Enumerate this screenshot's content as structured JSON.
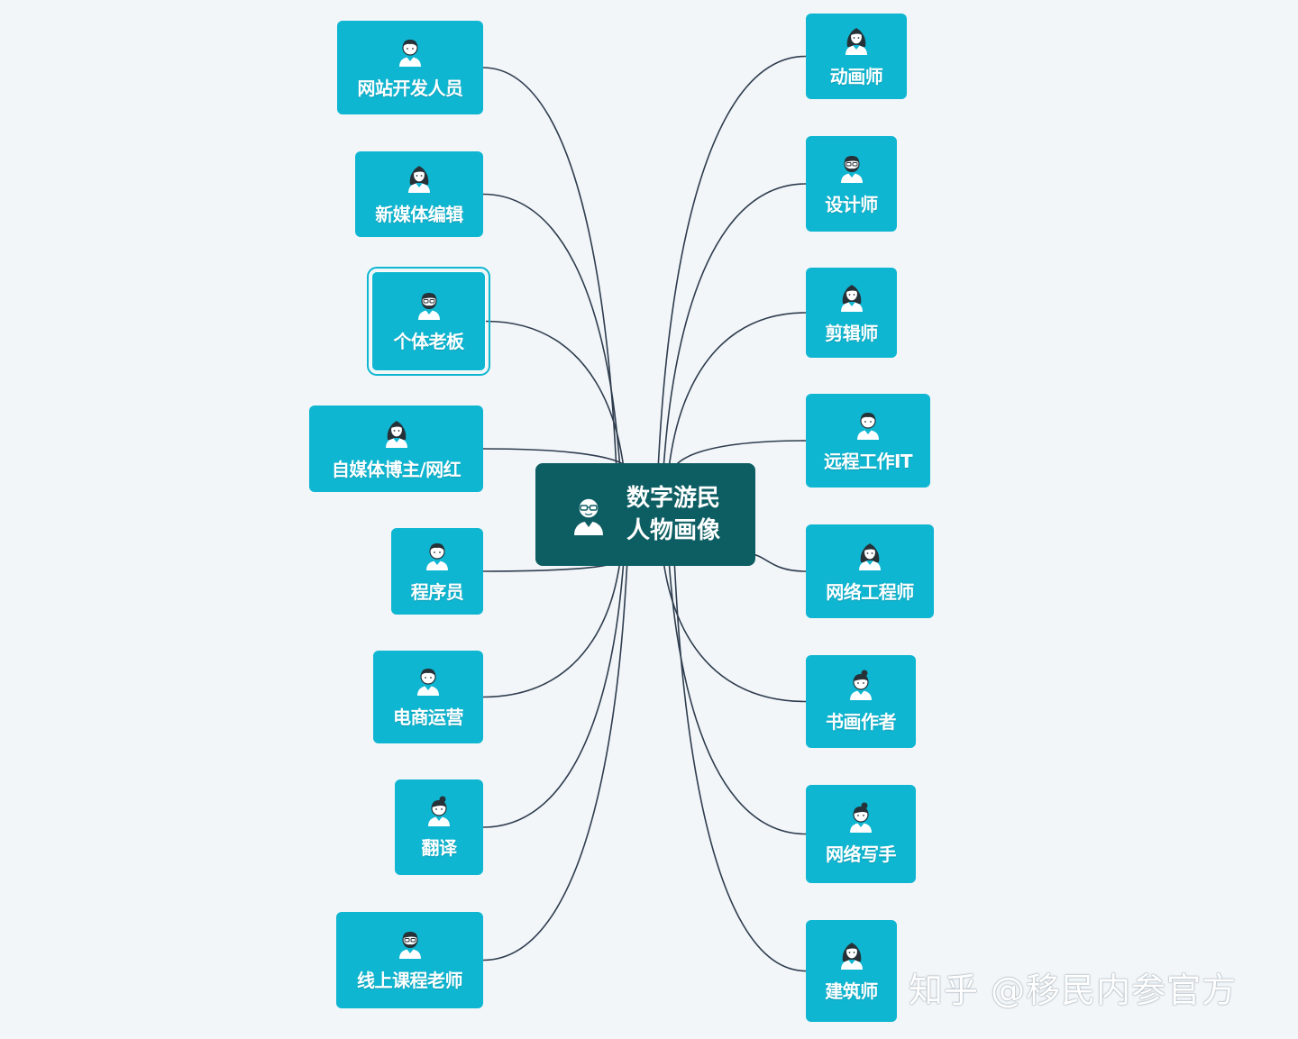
{
  "diagram": {
    "center": {
      "line1": "数字游民",
      "line2": "人物画像",
      "icon": "bald-man-glasses-avatar-icon"
    },
    "left_nodes": [
      {
        "label": "网站开发人员",
        "icon": "man-avatar-icon"
      },
      {
        "label": "新媒体编辑",
        "icon": "woman-avatar-icon"
      },
      {
        "label": "个体老板",
        "icon": "bearded-man-glasses-avatar-icon",
        "selected": true
      },
      {
        "label": "自媒体博主/网红",
        "icon": "woman-avatar-icon"
      },
      {
        "label": "程序员",
        "icon": "man-avatar-icon"
      },
      {
        "label": "电商运营",
        "icon": "man-avatar-icon"
      },
      {
        "label": "翻译",
        "icon": "woman-bun-avatar-icon"
      },
      {
        "label": "线上课程老师",
        "icon": "bearded-man-glasses-avatar-icon"
      }
    ],
    "right_nodes": [
      {
        "label": "动画师",
        "icon": "woman-avatar-icon"
      },
      {
        "label": "设计师",
        "icon": "bearded-man-glasses-avatar-icon"
      },
      {
        "label": "剪辑师",
        "icon": "woman-avatar-icon"
      },
      {
        "label": "远程工作IT",
        "icon": "man-avatar-icon"
      },
      {
        "label": "网络工程师",
        "icon": "woman-avatar-icon"
      },
      {
        "label": "书画作者",
        "icon": "woman-bun-avatar-icon"
      },
      {
        "label": "网络写手",
        "icon": "woman-bun-avatar-icon"
      },
      {
        "label": "建筑师",
        "icon": "woman-avatar-icon"
      }
    ],
    "colors": {
      "node": "#0fb6d1",
      "center": "#0d5e63",
      "link": "#2f3d4f",
      "background": "#f2f6f9"
    }
  },
  "watermark": "知乎 @移民内参官方"
}
